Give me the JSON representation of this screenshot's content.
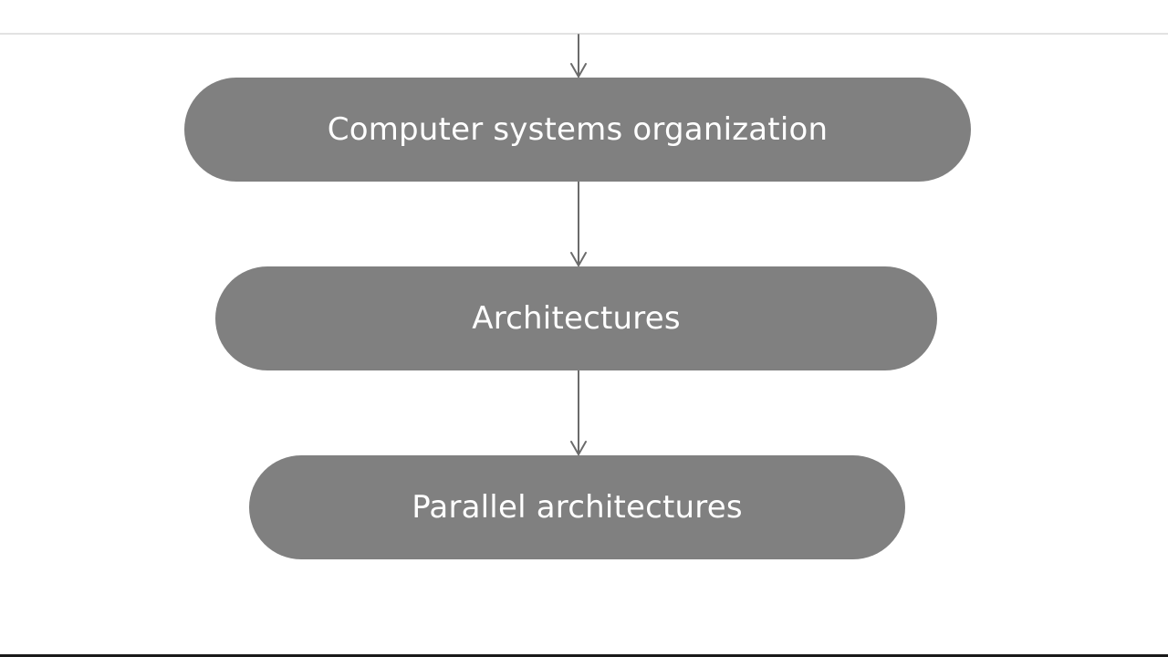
{
  "diagram": {
    "nodes": [
      {
        "id": "computer-systems-organization",
        "label": "Computer systems organization"
      },
      {
        "id": "architectures",
        "label": "Architectures"
      },
      {
        "id": "parallel-architectures",
        "label": "Parallel architectures"
      }
    ],
    "edges": [
      {
        "from": "",
        "to": "computer-systems-organization"
      },
      {
        "from": "computer-systems-organization",
        "to": "architectures"
      },
      {
        "from": "architectures",
        "to": "parallel-architectures"
      }
    ],
    "colors": {
      "node_fill": "#808080",
      "node_text": "#ffffff",
      "connector": "#6b6b6b",
      "background": "#ffffff"
    }
  }
}
